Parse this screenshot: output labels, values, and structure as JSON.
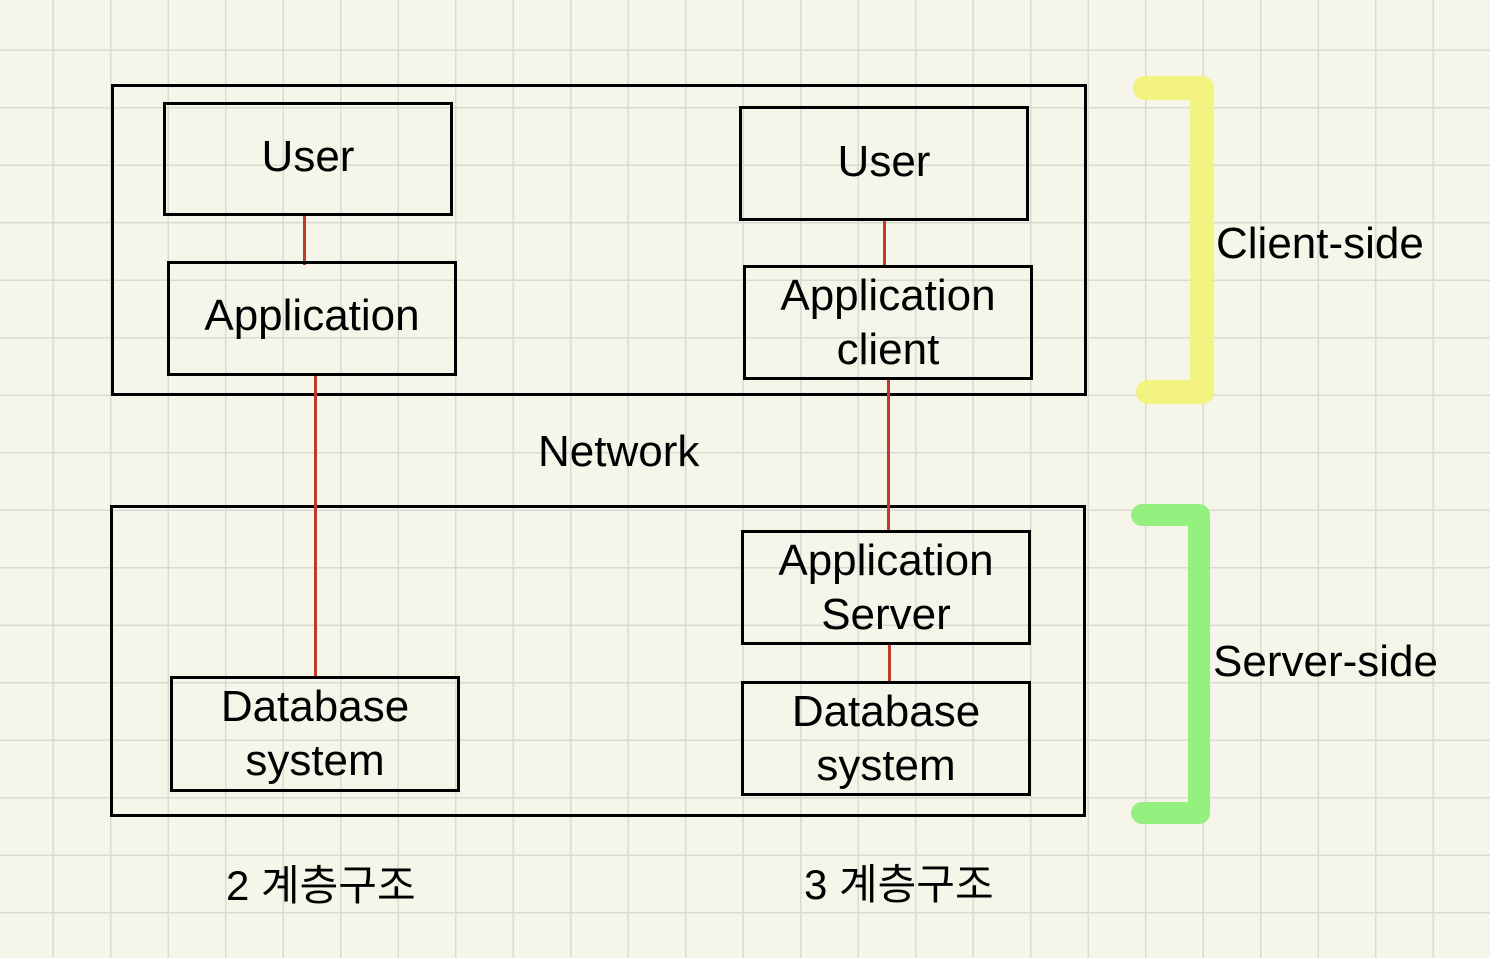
{
  "two_tier": {
    "user": "User",
    "application": "Application",
    "database_line1": "Database",
    "database_line2": "system",
    "caption": "2 계층구조"
  },
  "three_tier": {
    "user": "User",
    "app_client_line1": "Application",
    "app_client_line2": "client",
    "app_server_line1": "Application",
    "app_server_line2": "Server",
    "database_line1": "Database",
    "database_line2": "system",
    "caption": "3 계층구조"
  },
  "network_label": "Network",
  "client_side_label": "Client-side",
  "server_side_label": "Server-side",
  "colors": {
    "connector": "#c0392b",
    "client_bracket": "#f2f27a",
    "server_bracket": "#8ef07a"
  }
}
